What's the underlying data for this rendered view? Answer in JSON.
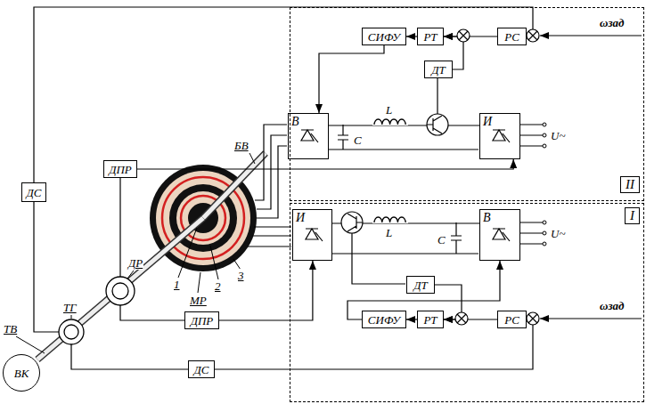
{
  "diagram": {
    "nodes": [
      {
        "text": [
          "II"
        ]
      },
      {
        "text": [
          "СИФУ"
        ],
        "in": 0
      },
      {
        "text": [
          "РТ"
        ],
        "in": 0
      },
      {
        "text": [
          "РС"
        ],
        "in": 0
      },
      {
        "text": [
          "ДТ"
        ],
        "in": 0
      },
      {
        "text": [
          "В"
        ],
        "in": 0
      },
      {
        "text": [
          "И"
        ],
        "in": 0
      },
      {
        "text": [
          "I"
        ]
      },
      {
        "text": [
          "И"
        ],
        "in": 7
      },
      {
        "text": [
          "В"
        ],
        "in": 7
      },
      {
        "text": [
          "ДТ"
        ],
        "in": 7
      },
      {
        "text": [
          "СИФУ"
        ],
        "in": 7
      },
      {
        "text": [
          "РТ"
        ],
        "in": 7
      },
      {
        "text": [
          "РС"
        ],
        "in": 7
      },
      {
        "text": [
          "ДС"
        ]
      },
      {
        "text": [
          "ДПР"
        ]
      },
      {
        "text": [
          "ДПР"
        ]
      },
      {
        "text": [
          "ДС"
        ]
      },
      {
        "text": [
          "ВК"
        ]
      }
    ],
    "edges": [
      {
        "from": 3,
        "to": 2,
        "arrow": "to"
      },
      {
        "from": 2,
        "to": 1,
        "arrow": "to"
      },
      {
        "from": 1,
        "to": 5,
        "arrow": "to"
      },
      {
        "from": 4,
        "to": 2,
        "arrow": "to"
      },
      {
        "from": 14,
        "to": 3,
        "arrow": "to"
      },
      {
        "from": 15,
        "to": 6,
        "arrow": "to"
      },
      {
        "from": 5,
        "to": 6,
        "arrow": "none"
      },
      {
        "from": 13,
        "to": 12,
        "arrow": "to"
      },
      {
        "from": 12,
        "to": 11,
        "arrow": "to"
      },
      {
        "from": 11,
        "to": 9,
        "arrow": "to"
      },
      {
        "from": 10,
        "to": 12,
        "arrow": "to"
      },
      {
        "from": 17,
        "to": 13,
        "arrow": "to"
      },
      {
        "from": 16,
        "to": 8,
        "arrow": "to"
      },
      {
        "from": 8,
        "to": 9,
        "arrow": "none"
      }
    ],
    "labels": [
      "ωзад",
      "ωзад",
      "U~",
      "U~",
      "L",
      "L",
      "C",
      "C",
      "БВ",
      "ТВ",
      "ТГ",
      "ДР",
      "МР",
      "1",
      "2",
      "3"
    ]
  }
}
